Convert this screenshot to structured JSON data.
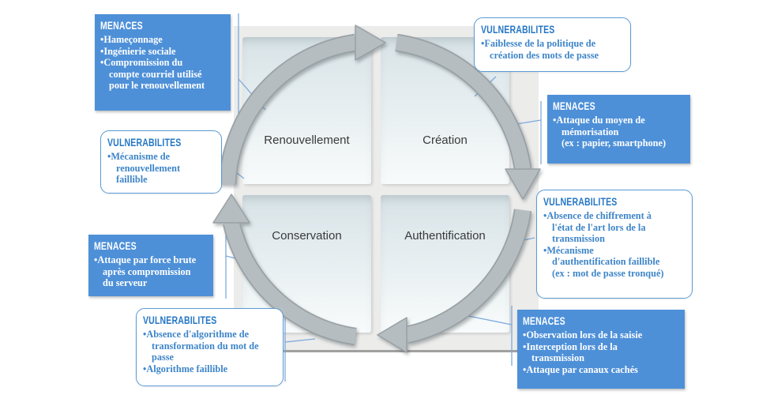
{
  "diagram": {
    "type": "cycle",
    "direction": "clockwise",
    "quadrants": [
      {
        "label": "Renouvellement"
      },
      {
        "label": "Création"
      },
      {
        "label": "Conservation"
      },
      {
        "label": "Authentification"
      }
    ]
  },
  "callouts": [
    {
      "kind": "menaces",
      "position": "top-left",
      "title": "MENACES",
      "items": [
        "Hameçonnage",
        "Ingénierie sociale",
        "Compromission du\ncompte courriel utilisé\npour le renouvellement"
      ]
    },
    {
      "kind": "vulnerabilites",
      "position": "left",
      "title": "VULNERABILITES",
      "items": [
        "Mécanisme de\nrenouvellement\nfaillible"
      ]
    },
    {
      "kind": "menaces",
      "position": "left-lower",
      "title": "MENACES",
      "items": [
        "Attaque par force brute\naprès compromission\ndu serveur"
      ]
    },
    {
      "kind": "vulnerabilites",
      "position": "bottom-left",
      "title": "VULNERABILITES",
      "items": [
        "Absence d'algorithme de\ntransformation du mot de\npasse",
        "Algorithme faillible"
      ]
    },
    {
      "kind": "vulnerabilites",
      "position": "top-right",
      "title": "VULNERABILITES",
      "items": [
        "Faiblesse de la politique de\ncréation des mots de passe"
      ]
    },
    {
      "kind": "menaces",
      "position": "right",
      "title": "MENACES",
      "items": [
        "Attaque du moyen de\nmémorisation\n(ex : papier, smartphone)"
      ]
    },
    {
      "kind": "vulnerabilites",
      "position": "right-lower",
      "title": "VULNERABILITES",
      "items": [
        "Absence de chiffrement à\nl'état de l'art lors de la\ntransmission",
        "Mécanisme\nd'authentification faillible\n(ex : mot de passe tronqué)"
      ]
    },
    {
      "kind": "menaces",
      "position": "bottom-right",
      "title": "MENACES",
      "items": [
        "Observation lors de la saisie",
        "Interception lors de la\ntransmission",
        "Attaque par canaux cachés"
      ]
    }
  ],
  "colors": {
    "menaces_box_bg": "#4e90d8",
    "menaces_text": "#ffffff",
    "vulnerabilites_border": "#5b9bd5",
    "vulnerabilites_title": "#2577c5",
    "vulnerabilites_text": "#3e85c8",
    "connector_line": "#7ea9dc",
    "arrow_band": "#b6bdc0",
    "panel_bg": "#ececeb"
  }
}
